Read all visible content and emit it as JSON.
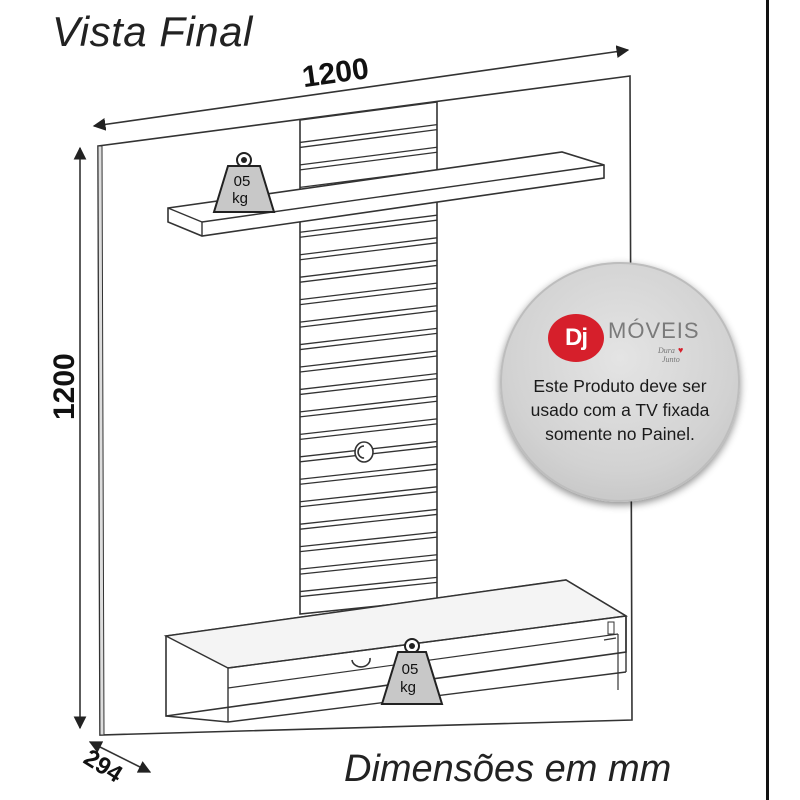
{
  "title": "Vista Final",
  "footer": "Dimensões em mm",
  "dimensions": {
    "width": "1200",
    "height": "1200",
    "depth": "294"
  },
  "weights": [
    {
      "value": "05",
      "unit": "kg",
      "position": "shelf"
    },
    {
      "value": "05",
      "unit": "kg",
      "position": "rack"
    }
  ],
  "badge": {
    "brand_mark": "Dj",
    "brand_name": "MÓVEIS",
    "notice_lines": [
      "Este Produto deve ser",
      "usado com a TV fixada",
      "somente no Painel."
    ]
  },
  "colors": {
    "line": "#333333",
    "brand_red": "#d61f2b",
    "badge_gray": "#d4d4d4"
  }
}
